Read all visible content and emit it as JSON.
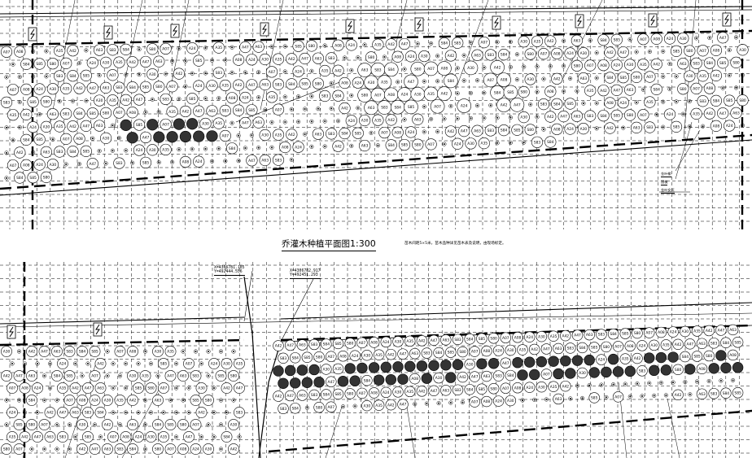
{
  "title": {
    "text": "乔灌木种植平面图",
    "scale": "1:300"
  },
  "note": "苗木间距5×5米，苗木品种详见苗木表及说明，由现场标定。",
  "coordinates": [
    {
      "x": "X=4306781.185",
      "y": "Y=492444.556"
    },
    {
      "x": "X=4306782.917",
      "y": "Y=492451.293"
    }
  ],
  "leader_labels": [
    "金叶榆",
    "国槐",
    "金叶女贞"
  ],
  "plant_codes": [
    "A07",
    "A08",
    "A24",
    "A30",
    "A35",
    "A42",
    "A47",
    "A63",
    "S83",
    "S84",
    "S85",
    "S80"
  ]
}
